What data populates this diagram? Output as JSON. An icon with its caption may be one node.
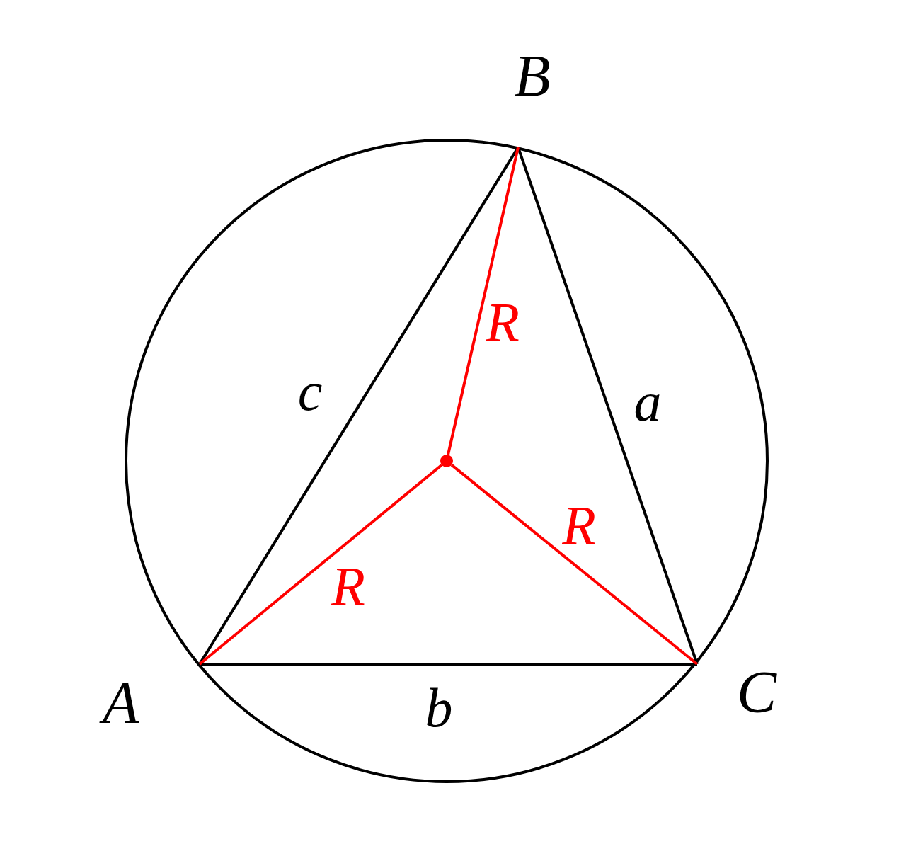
{
  "diagram": {
    "nodes": [
      {
        "text": [
          "B"
        ]
      },
      {
        "text": [],
        "shape": "circle"
      },
      {
        "text": [
          "A"
        ]
      },
      {
        "text": [
          "C"
        ]
      }
    ],
    "edges": [
      {
        "from": 2,
        "to": 0,
        "arrow": "none",
        "label": "c"
      },
      {
        "from": 0,
        "to": 3,
        "arrow": "none",
        "label": "a"
      },
      {
        "from": 2,
        "to": 3,
        "arrow": "none",
        "label": "b"
      },
      {
        "from": 1,
        "to": 0,
        "arrow": "none",
        "label": "R",
        "color": "#ff0000"
      },
      {
        "from": 1,
        "to": 3,
        "arrow": "none",
        "label": "R",
        "color": "#ff0000"
      },
      {
        "from": 1,
        "to": 2,
        "arrow": "none",
        "label": "R",
        "color": "#ff0000"
      }
    ]
  }
}
